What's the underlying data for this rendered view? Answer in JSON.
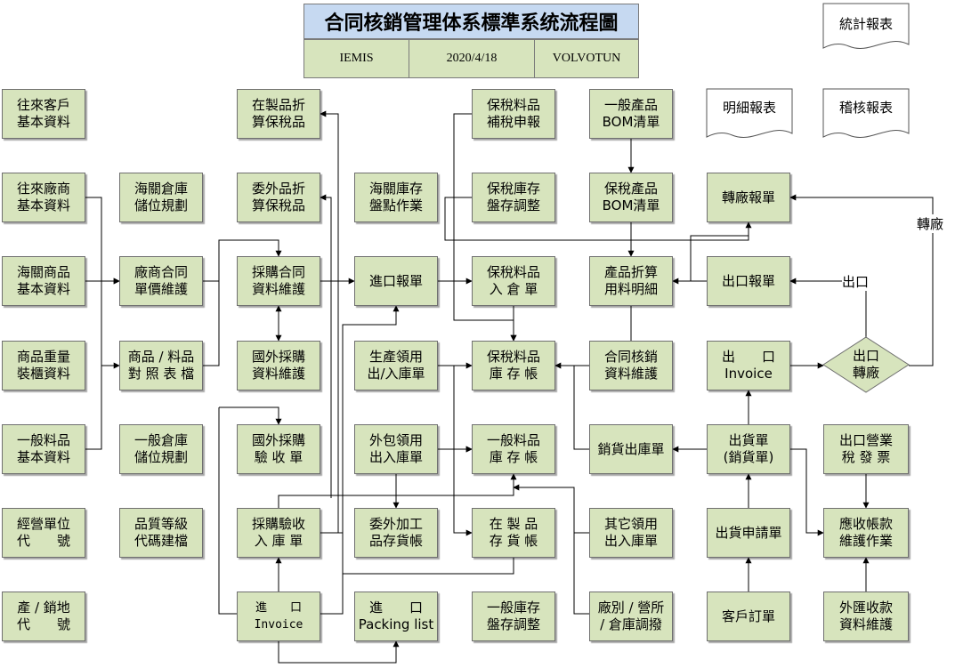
{
  "title": {
    "main": "合同核銷管理体系標準系统流程圖",
    "system": "IEMIS",
    "date": "2020/4/18",
    "company": "VOLVOTUN"
  },
  "reports": {
    "stat": "統計報表",
    "detail": "明細報表",
    "audit": "稽核報表"
  },
  "nodes": {
    "r1c1": "往來客戶\n基本資料",
    "r2c1": "往來廠商\n基本資料",
    "r3c1": "海關商品\n基本資料",
    "r4c1": "商品重量\n裝櫃資料",
    "r5c1": "一般料品\n基本資料",
    "r6c1": "經營單位\n代　　號",
    "r7c1": "產 / 銷地\n代　　號",
    "r2c2": "海關倉庫\n儲位規劃",
    "r3c2": "廠商合同\n單價維護",
    "r4c2": "商品 / 料品\n對 照 表 檔",
    "r5c2": "一般倉庫\n儲位規劃",
    "r6c2": "品質等級\n代碼建檔",
    "r1c3": "在製品折\n算保稅品",
    "r2c3": "委外品折\n算保稅品",
    "r3c3": "採購合同\n資料維護",
    "r4c3": "國外採購\n資料維護",
    "r5c3": "國外採購\n驗 收 單",
    "r6c3": "採購驗收\n入 庫 單",
    "r7c3": "進　　口\nInvoice",
    "r2c4": "海關庫存\n盤點作業",
    "r3c4": "進口報單",
    "r4c4": "生產領用\n出/入庫單",
    "r5c4": "外包領用\n出入庫單",
    "r6c4": "委外加工\n品存貨帳",
    "r7c4": "進　　口\nPacking list",
    "r1c5": "保稅料品\n補稅申報",
    "r2c5": "保稅庫存\n盤存調整",
    "r3c5": "保稅料品\n入 倉 單",
    "r4c5": "保稅料品\n庫 存 帳",
    "r5c5": "一般料品\n庫 存 帳",
    "r6c5": "在 製 品\n存 貨 帳",
    "r7c5": "一般庫存\n盤存調整",
    "r1c6": "一般產品\nBOM清單",
    "r2c6": "保稅產品\nBOM清單",
    "r3c6": "產品折算\n用料明細",
    "r4c6": "合同核銷\n資料維護",
    "r5c6": "銷貨出庫單",
    "r6c6": "其它領用\n出入庫單",
    "r7c6": "廠別 / 營所\n/ 倉庫調撥",
    "r2c7": "轉廠報單",
    "r3c7": "出口報單",
    "r4c7": "出　　口\nInvoice",
    "r5c7": "出貨單\n(銷貨單)",
    "r6c7": "出貨申請單",
    "r7c7": "客戶訂單",
    "r5c8": "出口營業\n稅 發 票",
    "r6c8": "應收帳款\n維護作業",
    "r7c8": "外匯收款\n資料維護"
  },
  "decision": "出口\n轉廠",
  "labels": {
    "export": "出口",
    "transfer": "轉廠"
  },
  "colors": {
    "node_fill": "#d7e4bd",
    "title_fill": "#c6d9f1",
    "line": "#000000"
  }
}
